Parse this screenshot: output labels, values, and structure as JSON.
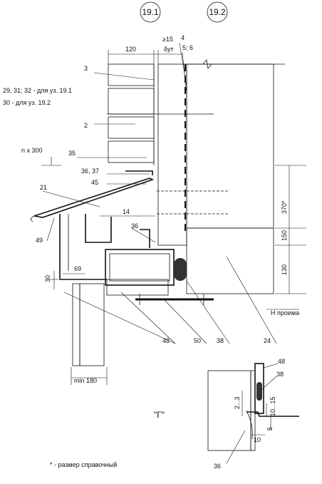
{
  "headers": {
    "node_a": "19.1",
    "node_b": "19.2"
  },
  "dims": {
    "d120": "120",
    "d15": "≥15",
    "dut": "δут",
    "d370": "370*",
    "d150": "150",
    "d130": "130",
    "d30": "30",
    "min180": "min 180",
    "nx300": "n x 300",
    "h_opening": "H проема"
  },
  "callouts": {
    "c3": "3",
    "c2931": "29, 31; 32 - для уз. 19.1",
    "c30": "30 - для уз. 19.2",
    "c2": "2",
    "c35": "35",
    "c3637": "36, 37",
    "c45": "45",
    "c21": "21",
    "c49": "49",
    "c14": "14",
    "c36": "36",
    "c69": "69",
    "c48": "48",
    "c50": "50",
    "c38": "38",
    "c24": "24",
    "c4": "4",
    "c56": "5; 6"
  },
  "detail": {
    "title": "\"Г\"",
    "c48": "48",
    "c38": "38",
    "c36": "36",
    "d23": "2...3",
    "d1015": "10...15",
    "d5": "5",
    "d10": "10"
  },
  "footnote": "* - размер справочный"
}
